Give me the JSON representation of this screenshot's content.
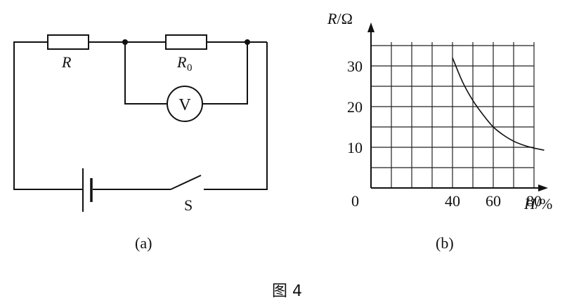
{
  "figure_caption": "图 4",
  "circuit": {
    "label": "(a)",
    "resistor_R": "R",
    "resistor_R0_main": "R",
    "resistor_R0_sub": "0",
    "voltmeter": "V",
    "switch": "S"
  },
  "chart_data": {
    "type": "line",
    "label": "(b)",
    "ylabel_var": "R",
    "ylabel_unit": "/Ω",
    "xlabel_var": "H",
    "xlabel_unit": "/%",
    "origin_label": "0",
    "x_ticks": [
      "40",
      "60",
      "80"
    ],
    "y_ticks": [
      "10",
      "20",
      "30"
    ],
    "xlim": [
      0,
      90
    ],
    "ylim": [
      0,
      40
    ],
    "grid": true,
    "series": [
      {
        "x": [
          40,
          45,
          50,
          55,
          60,
          65,
          70,
          75,
          80,
          85
        ],
        "y": [
          32,
          26,
          21.5,
          18,
          15,
          13,
          11.5,
          10.5,
          9.8,
          9.3
        ]
      }
    ]
  }
}
